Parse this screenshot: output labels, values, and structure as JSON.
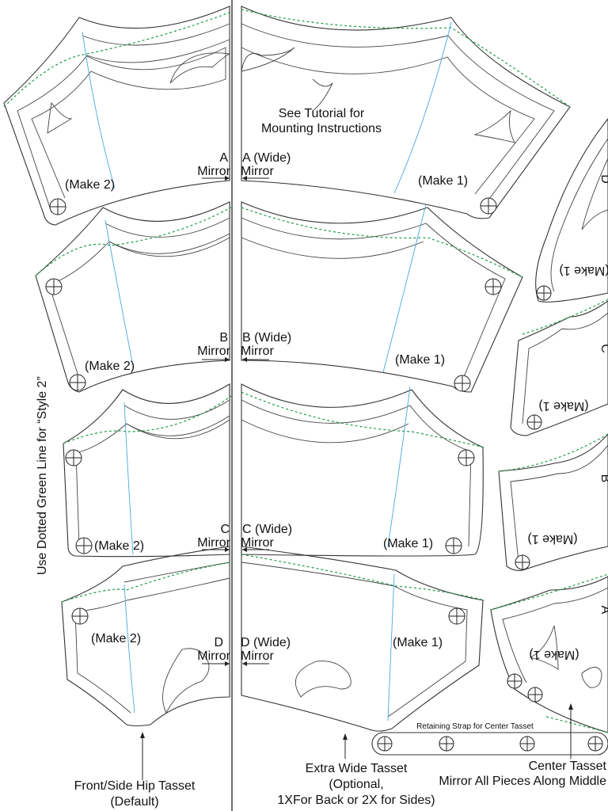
{
  "labels": {
    "tutorial_line1": "See Tutorial for",
    "tutorial_line2": "Mounting Instructions",
    "style2_vertical": "Use Dotted Green Line for “Style 2”",
    "make2": "(Make 2)",
    "make1": "(Make 1)",
    "mirror": "Mirror",
    "a": "A",
    "a_wide": "A (Wide)",
    "b": "B",
    "b_wide": "B (Wide)",
    "c": "C",
    "c_wide": "C (Wide)",
    "d": "D",
    "d_wide": "D (Wide)",
    "front_side_line1": "Front/Side Hip Tasset",
    "front_side_line2": "(Default)",
    "extra_wide_line1": "Extra Wide Tasset",
    "extra_wide_line2": "(Optional,",
    "extra_wide_line3": "1XFor Back or 2X for Sides)",
    "center_tasset": "Center Tasset",
    "mirror_all": "Mirror All Pieces Along Middle",
    "retaining_strap": "Retaining Strap for Center Tasset",
    "center_piece_d": "D",
    "center_piece_c": "C",
    "center_piece_b": "B",
    "center_piece_a": "A"
  },
  "colors": {
    "outline": "#333333",
    "style2_line": "#1e9a4a",
    "guide_line": "#49a8dd"
  }
}
